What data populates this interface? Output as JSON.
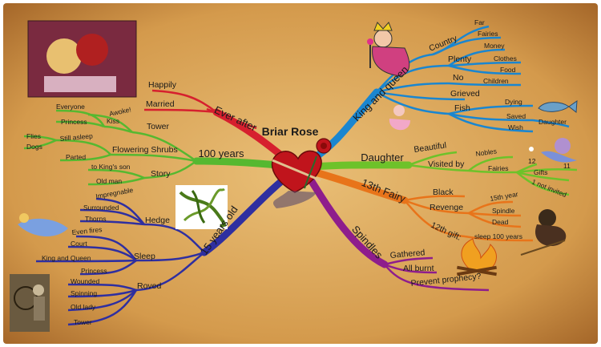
{
  "title": "Briar Rose",
  "colors": {
    "orange_bg": "#e2b368",
    "ever_after": "#d6202e",
    "years100": "#56b830",
    "years15": "#2f2fa0",
    "king_queen": "#1a86d0",
    "daughter": "#6dc22a",
    "fairy13": "#e8741a",
    "spindles": "#8e1d8c"
  },
  "branches": {
    "ever_after": {
      "label": "Ever after",
      "items": [
        {
          "label": "Happily"
        },
        {
          "label": "Married"
        }
      ]
    },
    "years100": {
      "label": "100 years",
      "tower": {
        "label": "Tower",
        "children": [
          "Kiss",
          "Awoke!",
          "Everyone",
          "Princess"
        ]
      },
      "shrubs": {
        "label": "Flowering Shrubs",
        "children": [
          "Still asleep",
          "Flies",
          "Dogs",
          "Parted"
        ]
      },
      "story": {
        "label": "Story",
        "children": [
          "to King's son",
          "Old man"
        ]
      }
    },
    "years15": {
      "label": "15 years old",
      "hedge": {
        "label": "Hedge",
        "children": [
          "Impregnable",
          "Surrounded",
          "Thorns"
        ]
      },
      "sleep": {
        "label": "Sleep",
        "children": [
          "Even fires",
          "Court",
          "King and Queen",
          "Princess"
        ]
      },
      "roved": {
        "label": "Roved",
        "children": [
          "Wounded",
          "Spinning",
          "Old lady",
          "Tower"
        ]
      }
    },
    "king_queen": {
      "label": "King and queen",
      "country": {
        "label": "Country",
        "children": [
          "Far",
          "Fairies"
        ]
      },
      "plenty": {
        "label": "Plenty",
        "children": [
          "Money",
          "Clothes",
          "Food"
        ]
      },
      "no": {
        "label": "No",
        "children": [
          "Children"
        ]
      },
      "grieved": {
        "label": "Grieved"
      },
      "fish": {
        "label": "Fish",
        "children": [
          "Dying",
          "Saved",
          "Wish",
          "Daughter"
        ]
      }
    },
    "daughter": {
      "label": "Daughter",
      "beautiful": {
        "label": "Beautiful"
      },
      "visited": {
        "label": "Visited by",
        "children": [
          "Nobles",
          "Fairies"
        ]
      },
      "fairies_sub": [
        "12",
        "11",
        "Gifts",
        "1 not invited"
      ]
    },
    "fairy13": {
      "label": "13th Fairy",
      "black": {
        "label": "Black"
      },
      "revenge": {
        "label": "Revenge",
        "children": [
          "15th year",
          "Spindle",
          "Dead"
        ]
      },
      "gift12": {
        "label": "12th gift:",
        "children": [
          "sleep 100 years"
        ]
      }
    },
    "spindles": {
      "label": "Spindles",
      "items": [
        {
          "label": "Gathered"
        },
        {
          "label": "All burnt"
        },
        {
          "label": "Prevent prophecy?"
        }
      ]
    }
  }
}
